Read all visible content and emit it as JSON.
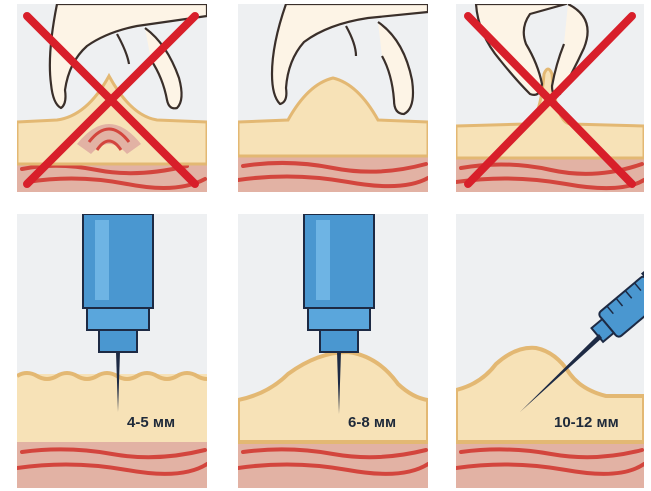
{
  "panels": [
    {
      "id": "pinch-too-deep",
      "crossed": true
    },
    {
      "id": "pinch-correct",
      "crossed": false
    },
    {
      "id": "pinch-too-shallow",
      "crossed": true
    },
    {
      "id": "pen-short-needle",
      "needle_label": "4-5 мм"
    },
    {
      "id": "pen-medium-needle",
      "needle_label": "6-8 мм"
    },
    {
      "id": "syringe-long-needle",
      "needle_label": "10-12 мм"
    }
  ],
  "colors": {
    "background": "#eef0f2",
    "skin": "#f7e2b7",
    "skin_edge": "#e3b873",
    "muscle": "#e2b2a4",
    "muscle_fiber": "#d3453d",
    "cross": "#d81f2a",
    "pen": "#4a97d0",
    "needle": "#1d2a44",
    "hand": "#fdf4e6"
  }
}
